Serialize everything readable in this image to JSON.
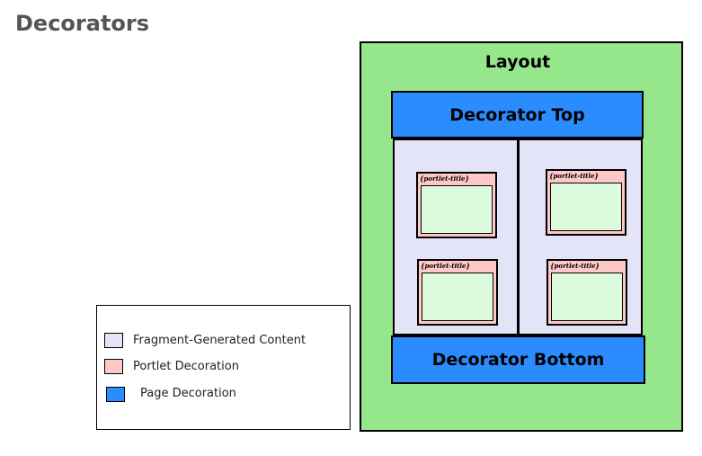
{
  "page": {
    "title": "Decorators"
  },
  "diagram": {
    "layout_label": "Layout",
    "decorator_top": "Decorator Top",
    "decorator_bottom": "Decorator Bottom",
    "portlet_title": "{portlet-title}",
    "legend": [
      {
        "label": "Fragment-Generated Content",
        "color": "#e4e4f8"
      },
      {
        "label": "Portlet Decoration",
        "color": "#ffc8c8"
      },
      {
        "label": "Page Decoration",
        "color": "#2b8cff"
      }
    ]
  },
  "colors": {
    "layout": "#96e68c",
    "page_decoration": "#2b8cff",
    "fragment_content": "#e4e4f8",
    "portlet_decoration": "#ffc8c8",
    "portlet_body": "#dcfadc",
    "title_text": "#555555"
  }
}
